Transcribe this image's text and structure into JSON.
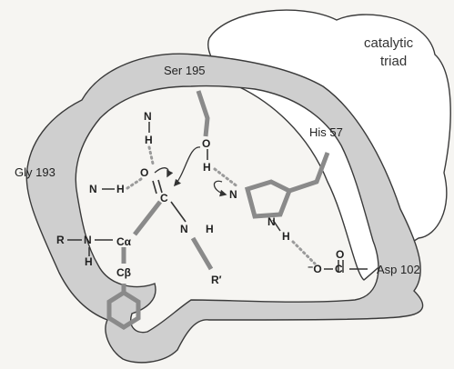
{
  "diagram": {
    "region_label_line1": "catalytic",
    "region_label_line2": "triad",
    "residues": {
      "ser": "Ser 195",
      "his": "His 57",
      "gly": "Gly 193",
      "asp": "Asp 102"
    },
    "atoms": {
      "n_top": "N",
      "h_top": "H",
      "o_ser": "O",
      "h_ser": "H",
      "n_gly": "N",
      "h_gly": "H",
      "o_oxy": "O",
      "minus_oxy": "−",
      "c_center": "C",
      "n_his_top": "N",
      "n_his_bottom": "N",
      "h_his": "H",
      "r_left": "R",
      "n_left": "N",
      "h_left": "H",
      "c_alpha": "Cα",
      "c_beta": "Cβ",
      "n_amide": "N",
      "h_amide": "H",
      "r_prime": "R′",
      "o_asp_top": "O",
      "o_asp_minus": "⁻O",
      "c_asp": "C"
    },
    "colors": {
      "pocket_fill": "#cfcfcf",
      "outline": "#3a3a3a",
      "bond_gray": "#8a8a8a",
      "hbond_dots": "#9a9a9a"
    }
  }
}
